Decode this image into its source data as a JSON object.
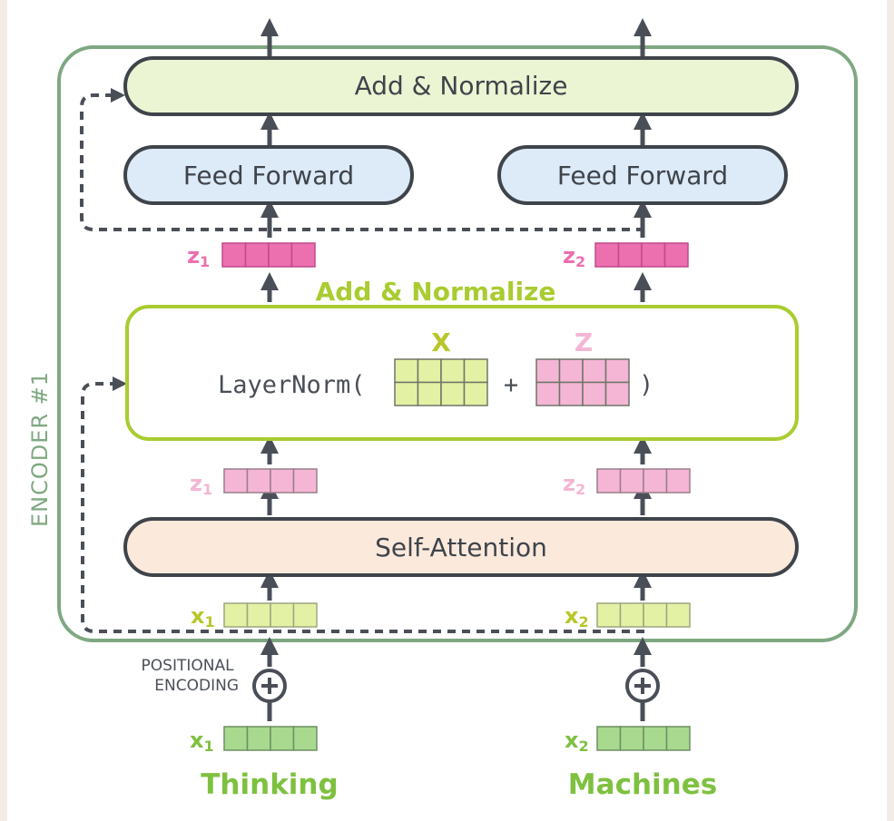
{
  "encoder": {
    "label": "ENCODER #1"
  },
  "blocks": {
    "add_normalize_top": "Add & Normalize",
    "feed_forward_1": "Feed Forward",
    "feed_forward_2": "Feed Forward",
    "add_normalize_mid": "Add & Normalize",
    "self_attention": "Self-Attention"
  },
  "layernorm": {
    "prefix": "LayerNorm(",
    "plus": "+",
    "suffix": ")",
    "x_label": "X",
    "z_label": "Z"
  },
  "vectors": {
    "z1_out": {
      "base": "z",
      "sub": "1"
    },
    "z2_out": {
      "base": "z",
      "sub": "2"
    },
    "z1_att": {
      "base": "z",
      "sub": "1"
    },
    "z2_att": {
      "base": "z",
      "sub": "2"
    },
    "x1_in": {
      "base": "x",
      "sub": "1"
    },
    "x2_in": {
      "base": "x",
      "sub": "2"
    },
    "x1_emb": {
      "base": "x",
      "sub": "1"
    },
    "x2_emb": {
      "base": "x",
      "sub": "2"
    }
  },
  "positional": {
    "line1": "POSITIONAL",
    "line2": "ENCODING"
  },
  "words": {
    "w1": "Thinking",
    "w2": "Machines"
  },
  "colors": {
    "encoder_border": "#7fa882",
    "add_norm_fill": "#ecf5d3",
    "feed_forward_fill": "#ddeaf8",
    "self_attention_fill": "#fbe9dc",
    "layernorm_border": "#a9cc30",
    "z_out_pink": "#ec6fb0",
    "z_att_pink": "#f4b6d4",
    "x_yellow": "#e3f1a4",
    "x_label_olive": "#b8c62a",
    "embedding_green": "#a8d98e",
    "word_green": "#7ec140",
    "arrow_dark": "#4a4f57"
  }
}
